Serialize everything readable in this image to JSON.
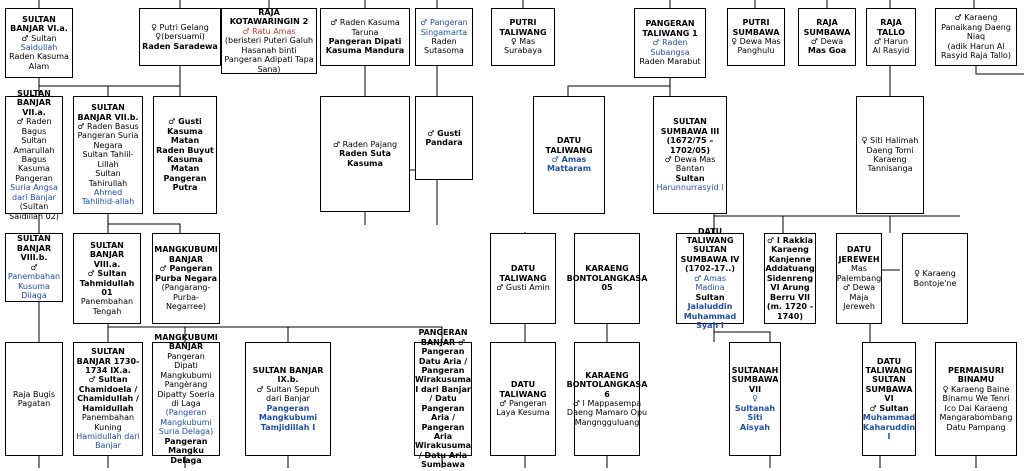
{
  "boxes": [
    {
      "key": "r1c1",
      "lines": [
        [
          "SULTAN BANJAR VI.a.",
          "b"
        ],
        [
          "♂ Sultan",
          "n"
        ],
        [
          "Saidullah",
          "k"
        ],
        [
          "Raden Kasuma Alam",
          "n"
        ]
      ]
    },
    {
      "key": "r1c2",
      "lines": [
        [
          "♀ Putri Gelang ♀(bersuami)",
          "n"
        ],
        [
          "Raden Saradewa",
          "b"
        ]
      ]
    },
    {
      "key": "r1c3",
      "lines": [
        [
          "RAJA KOTAWARINGIN 2",
          "b"
        ],
        [
          "♂ Ratu Amas",
          "r"
        ],
        [
          "(beristeri Puteri Galuh Hasanah binti Pangeran Adipati Tapa Sana)",
          "n"
        ]
      ]
    },
    {
      "key": "r1c4",
      "lines": [
        [
          "♂ Raden Kasuma Taruna",
          "n"
        ],
        [
          "Pangeran Dipati Kasuma Mandura",
          "b"
        ]
      ]
    },
    {
      "key": "r1c5",
      "lines": [
        [
          "♂ Pangeran Singamarta",
          "k"
        ],
        [
          "Raden Sutasoma",
          "n"
        ]
      ]
    },
    {
      "key": "r1c6",
      "lines": [
        [
          "PUTRI TALIWANG",
          "b"
        ],
        [
          "♀ Mas Surabaya",
          "n"
        ]
      ]
    },
    {
      "key": "r1c7",
      "lines": [
        [
          "PANGERAN TALIWANG 1",
          "b"
        ],
        [
          "♂ Raden Subangsa",
          "k"
        ],
        [
          "Raden Marabut",
          "n"
        ]
      ]
    },
    {
      "key": "r1c8",
      "lines": [
        [
          "PUTRI SUMBAWA",
          "b"
        ],
        [
          "♀ Dewa Mas Panghulu",
          "n"
        ]
      ]
    },
    {
      "key": "r1c9",
      "lines": [
        [
          "RAJA SUMBAWA",
          "b"
        ],
        [
          "♂ Dewa",
          "n"
        ],
        [
          "Mas Goa",
          "b"
        ]
      ]
    },
    {
      "key": "r1c10",
      "lines": [
        [
          "RAJA TALLO",
          "b"
        ],
        [
          "♂ Harun Al Rasyid",
          "n"
        ]
      ]
    },
    {
      "key": "r1c11",
      "lines": [
        [
          "♂ Karaeng Panaikang Daeng Niaq",
          "n"
        ],
        [
          "(adik Harun Al Rasyid Raja Tallo)",
          "n"
        ]
      ]
    },
    {
      "key": "r2c1",
      "lines": [
        [
          "SULTAN BANJAR VII.a.",
          "b"
        ],
        [
          "♂ Raden Bagus",
          "n"
        ],
        [
          "Sultan Amarullah Bagus Kasuma",
          "n"
        ],
        [
          "Pangeran",
          "n"
        ],
        [
          "Suria Angsa dari Banjar",
          "k"
        ],
        [
          "(Sultan Saidillah 02)",
          "n"
        ]
      ]
    },
    {
      "key": "r2c2",
      "lines": [
        [
          "SULTAN BANJAR VII.b.",
          "b"
        ],
        [
          "♂ Raden Basus",
          "n"
        ],
        [
          "Pangeran Suria Negara",
          "n"
        ],
        [
          "Sultan Tahlil-Lillah",
          "n"
        ],
        [
          "Sultan Tahirullah",
          "n"
        ],
        [
          "Ahmed Tahlihid-allah",
          "k"
        ]
      ]
    },
    {
      "key": "r2c3",
      "lines": [
        [
          "♂ Gusti Kasuma Matan",
          "b"
        ],
        [
          "Raden Buyut Kasuma Matan",
          "b"
        ],
        [
          "Pangeran Putra",
          "b"
        ]
      ]
    },
    {
      "key": "r2c4",
      "lines": [
        [
          "♂ Raden Pajang",
          "n"
        ],
        [
          "Raden Suta Kasuma",
          "b"
        ]
      ]
    },
    {
      "key": "r2c5",
      "lines": [
        [
          "♂ Gusti Pandara",
          "b"
        ]
      ]
    },
    {
      "key": "r2c6",
      "lines": [
        [
          "DATU TALIWANG",
          "b"
        ],
        [
          "♂ Amas Mattaram",
          "kb"
        ]
      ]
    },
    {
      "key": "r2c7",
      "lines": [
        [
          "SULTAN SUMBAWA III",
          "b"
        ],
        [
          "(1672/75 – 1702/05)",
          "b"
        ],
        [
          "♂ Dewa Mas Bantan",
          "n"
        ],
        [
          "Sultan",
          "b"
        ],
        [
          "Harunnurrasyid I",
          "k"
        ]
      ]
    },
    {
      "key": "r2c8",
      "lines": [
        [
          "♀ Siti Halimah",
          "n"
        ],
        [
          "Daeng Tomi Karaeng Tannisanga",
          "n"
        ]
      ]
    },
    {
      "key": "r3c1",
      "lines": [
        [
          "SULTAN BANJAR VIII.b.",
          "b"
        ],
        [
          "♂",
          "n"
        ],
        [
          "Panembahan Kusuma Dilaga",
          "k"
        ]
      ]
    },
    {
      "key": "r3c2",
      "lines": [
        [
          "SULTAN BANJAR VIII.a.",
          "b"
        ],
        [
          "♂ Sultan Tahmidullah 01",
          "b"
        ],
        [
          "Panembahan Tengah",
          "n"
        ]
      ]
    },
    {
      "key": "r3c3",
      "lines": [
        [
          "MANGKUBUMI BANJAR",
          "b"
        ],
        [
          "♂ Pangeran Purba Negara",
          "b"
        ],
        [
          "(Pangarang-Purba-Negarree)",
          "n"
        ]
      ]
    },
    {
      "key": "r3c4",
      "lines": [
        [
          "DATU TALIWANG",
          "b"
        ],
        [
          "♂ Gusti Amin",
          "n"
        ]
      ]
    },
    {
      "key": "r3c5",
      "lines": [
        [
          "KARAENG BONTOLANGKASA 05",
          "b"
        ]
      ]
    },
    {
      "key": "r3c6",
      "lines": [
        [
          "DATU TALIWANG SULTAN SUMBAWA IV",
          "b"
        ],
        [
          "(1702-17..)",
          "b"
        ],
        [
          "♂ Amas Madina",
          "k"
        ],
        [
          "Sultan",
          "b"
        ],
        [
          "Jalaluddin Muhammad Syah I",
          "kb"
        ]
      ]
    },
    {
      "key": "r3c7",
      "lines": [
        [
          "♂ I Rakkia Karaeng Kanjenne Addatuang Sidenreng VI Arung Berru VII",
          "b"
        ],
        [
          "(m. 1720 - 1740)",
          "b"
        ]
      ]
    },
    {
      "key": "r3c8",
      "lines": [
        [
          "DATU JEREWEH",
          "b"
        ],
        [
          "Mas Palembang",
          "n"
        ],
        [
          "♂ Dewa Maja Jereweh",
          "n"
        ]
      ]
    },
    {
      "key": "r3c9",
      "lines": [
        [
          "♀ Karaeng Bontoje'ne",
          "n"
        ]
      ]
    },
    {
      "key": "r4c1",
      "lines": [
        [
          "Raja Bugis Pagatan",
          "n"
        ]
      ]
    },
    {
      "key": "r4c2",
      "lines": [
        [
          "SULTAN BANJAR 1730-1734 IX.a.",
          "b"
        ],
        [
          "♂ Sultan Chamidoela / Chamidullah / Hamidullah",
          "b"
        ],
        [
          "Panembahan Kuning",
          "n"
        ],
        [
          "Hamidullah dari Banjar",
          "k"
        ]
      ]
    },
    {
      "key": "r4c3",
      "lines": [
        [
          "MANGKUBUMI BANJAR",
          "b"
        ],
        [
          "Pangeran Dipati Mangkubumi Pangèrang Dipatty Soeria di Laga",
          "n"
        ],
        [
          "(Pangeran Mangkubumi Suria Delaga)",
          "k"
        ],
        [
          "Pangeran Mangku Delaga",
          "b"
        ]
      ]
    },
    {
      "key": "r4c4",
      "lines": [
        [
          "SULTAN BANJAR IX.b.",
          "b"
        ],
        [
          "♂ Sultan Sepuh dari Banjar",
          "n"
        ],
        [
          "Pangeran Mangkubumi Tamjidillah I",
          "kb"
        ]
      ]
    },
    {
      "key": "r4c5",
      "lines": [
        [
          "PANGERAN BANJAR ♂",
          "b"
        ],
        [
          "Pangeran Datu Aria / Pangeran Wirakusuma I dari Banjar / Datu Pangeran Aria / Pangeran Aria Wirakusuma / Datu Aria Sumbawa",
          "b"
        ]
      ]
    },
    {
      "key": "r4c6",
      "lines": [
        [
          "DATU TALIWANG",
          "b"
        ],
        [
          "♂ Pangeran Laya Kesuma",
          "n"
        ]
      ]
    },
    {
      "key": "r4c7",
      "lines": [
        [
          "KARAENG BONTOLANGKASA 6",
          "b"
        ],
        [
          "♂ I Mappasempa Daeng Mamaro Opu Mangngguluang",
          "n"
        ]
      ]
    },
    {
      "key": "r4c8",
      "lines": [
        [
          "SULTANAH SUMBAWA VII",
          "b"
        ],
        [
          "♀ Sultanah Siti Aisyah",
          "kb"
        ]
      ]
    },
    {
      "key": "r4c9",
      "lines": [
        [
          "DATU TALIWANG SULTAN SUMBAWA VI",
          "b"
        ],
        [
          "♂ Sultan",
          "b"
        ],
        [
          "Muhammad Kaharuddin I",
          "kb"
        ]
      ]
    },
    {
      "key": "r4c10",
      "lines": [
        [
          "PERMAISURI BINAMU",
          "b"
        ],
        [
          "♀ Karaeng Baine Binamu We Tenri Ico Dai Karaeng Mangarabombang Datu Pampang",
          "n"
        ]
      ]
    }
  ]
}
